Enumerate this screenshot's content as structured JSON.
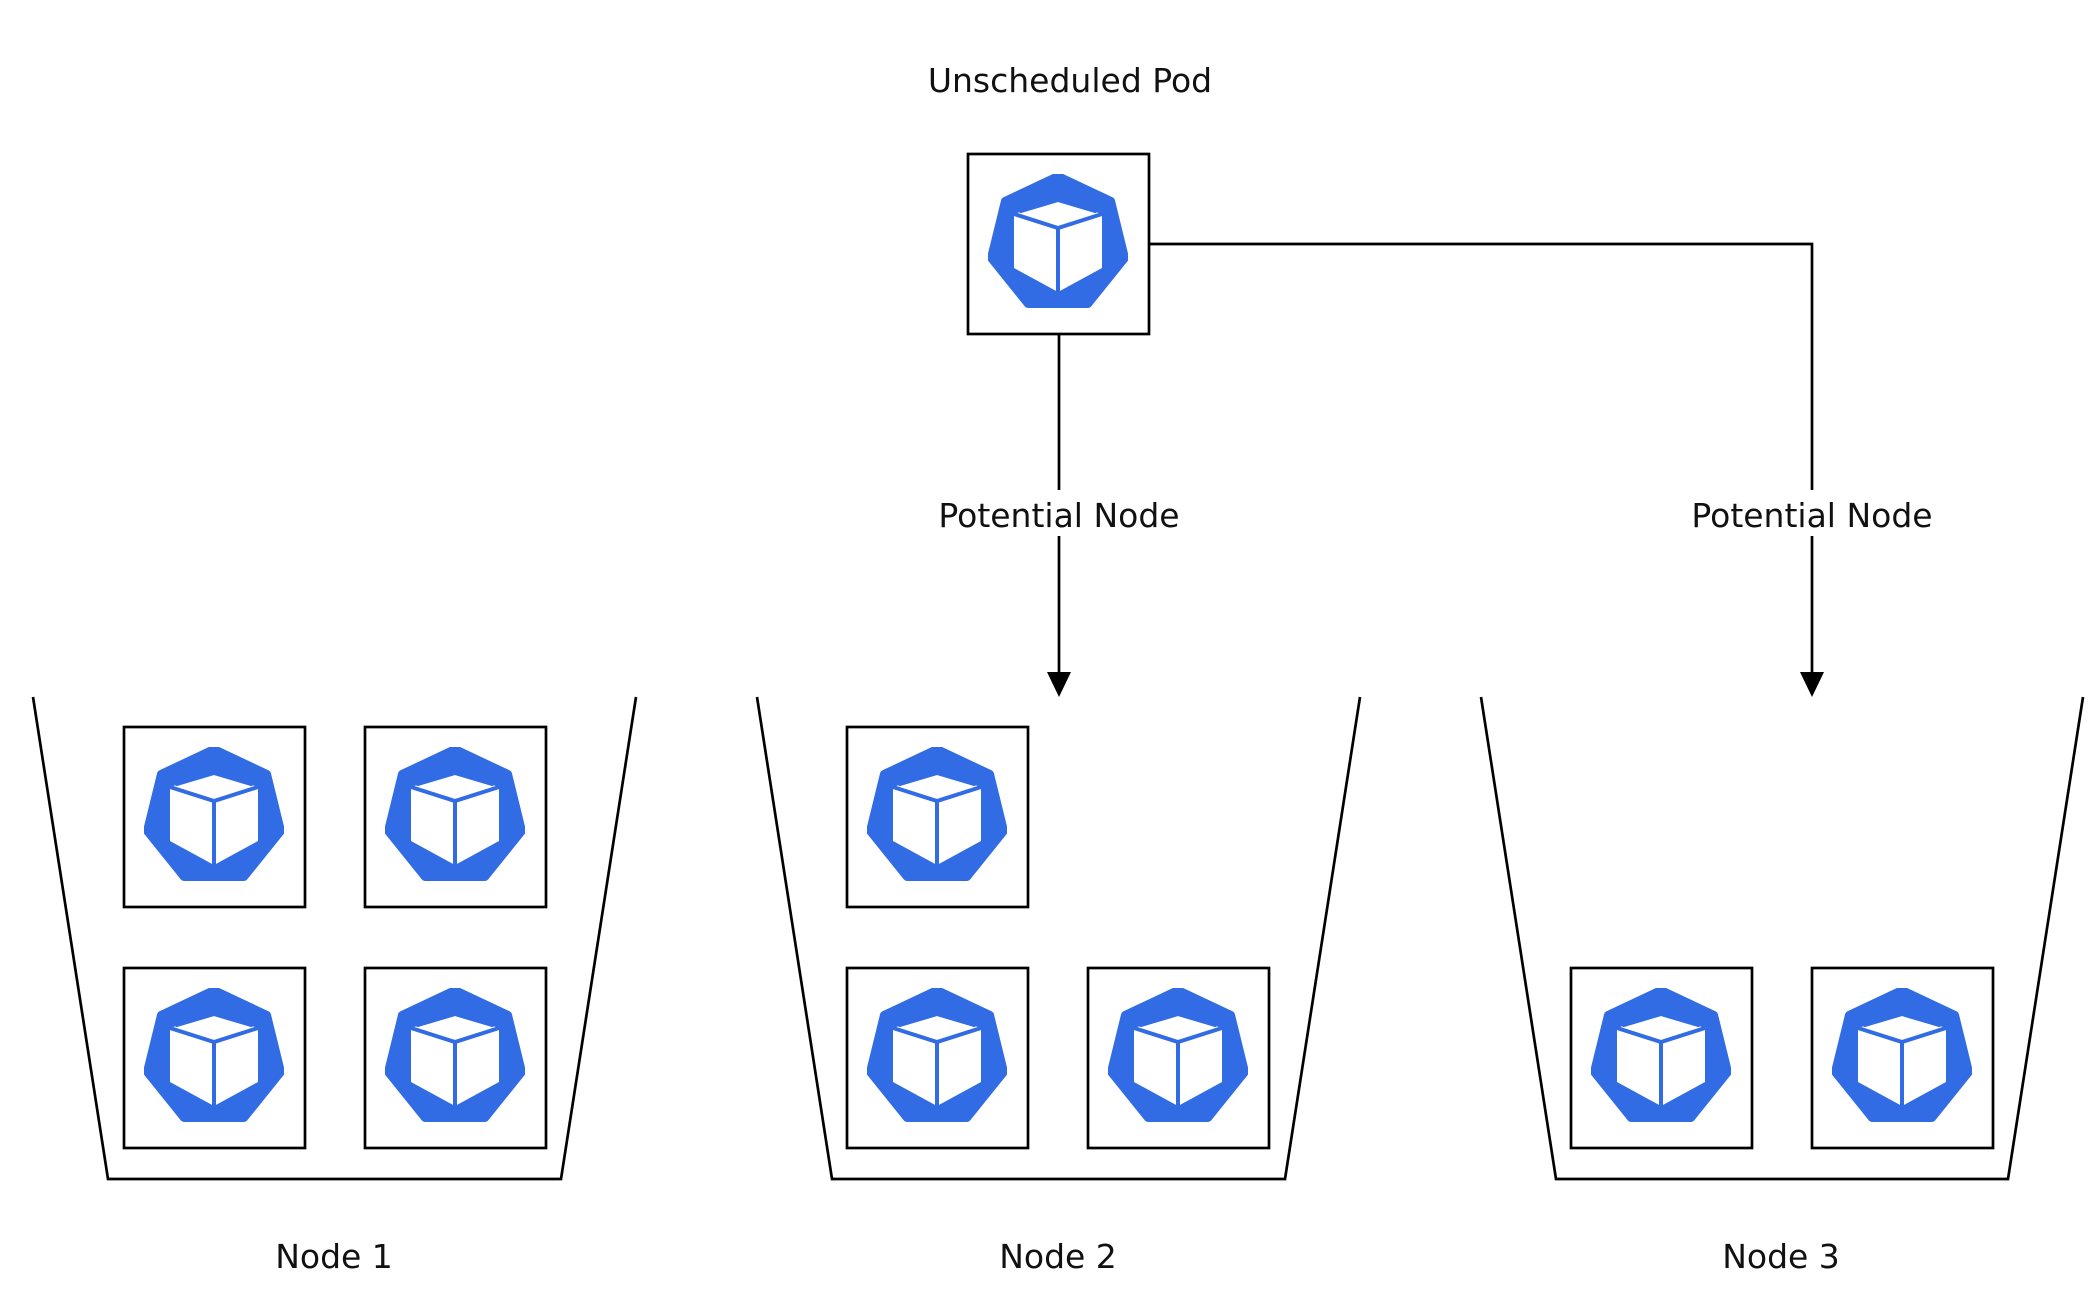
{
  "diagram": {
    "unscheduled_pod_label": "Unscheduled Pod",
    "edge_labels": [
      "Potential Node",
      "Potential Node"
    ],
    "nodes": [
      {
        "label": "Node 1",
        "pod_count": 4
      },
      {
        "label": "Node 2",
        "pod_count": 3
      },
      {
        "label": "Node 3",
        "pod_count": 2
      }
    ],
    "colors": {
      "pod_icon": "#326CE5",
      "stroke": "#000000",
      "background": "#FFFFFF"
    },
    "icon": "kubernetes-pod-icon"
  }
}
